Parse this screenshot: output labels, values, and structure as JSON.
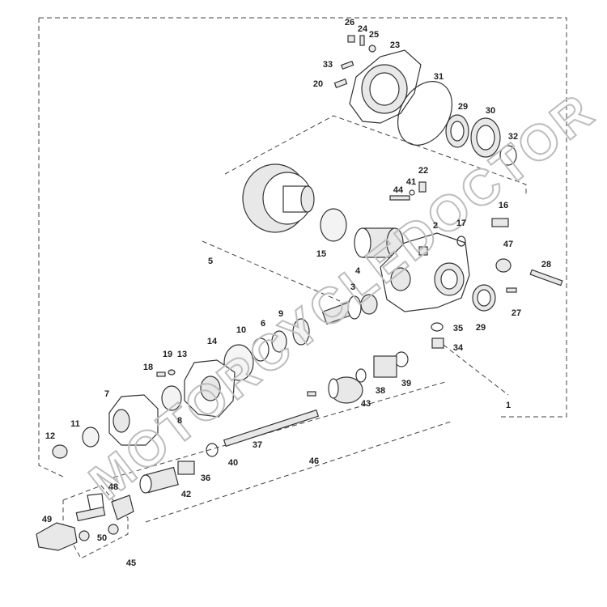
{
  "watermark": "MOTORCYCLEDOCTOR",
  "callouts": [
    {
      "id": "1",
      "label": "1"
    },
    {
      "id": "2",
      "label": "2"
    },
    {
      "id": "3",
      "label": "3"
    },
    {
      "id": "4",
      "label": "4"
    },
    {
      "id": "5",
      "label": "5"
    },
    {
      "id": "6",
      "label": "6"
    },
    {
      "id": "7",
      "label": "7"
    },
    {
      "id": "8",
      "label": "8"
    },
    {
      "id": "9",
      "label": "9"
    },
    {
      "id": "10",
      "label": "10"
    },
    {
      "id": "11",
      "label": "11"
    },
    {
      "id": "12",
      "label": "12"
    },
    {
      "id": "13",
      "label": "13"
    },
    {
      "id": "14",
      "label": "14"
    },
    {
      "id": "15",
      "label": "15"
    },
    {
      "id": "16",
      "label": "16"
    },
    {
      "id": "17",
      "label": "17"
    },
    {
      "id": "18",
      "label": "18"
    },
    {
      "id": "19",
      "label": "19"
    },
    {
      "id": "20",
      "label": "20"
    },
    {
      "id": "22",
      "label": "22"
    },
    {
      "id": "23",
      "label": "23"
    },
    {
      "id": "24",
      "label": "24"
    },
    {
      "id": "25",
      "label": "25"
    },
    {
      "id": "26",
      "label": "26"
    },
    {
      "id": "27",
      "label": "27"
    },
    {
      "id": "28",
      "label": "28"
    },
    {
      "id": "29a",
      "label": "29"
    },
    {
      "id": "29b",
      "label": "29"
    },
    {
      "id": "30",
      "label": "30"
    },
    {
      "id": "31",
      "label": "31"
    },
    {
      "id": "32",
      "label": "32"
    },
    {
      "id": "33",
      "label": "33"
    },
    {
      "id": "34",
      "label": "34"
    },
    {
      "id": "35",
      "label": "35"
    },
    {
      "id": "36",
      "label": "36"
    },
    {
      "id": "37",
      "label": "37"
    },
    {
      "id": "38",
      "label": "38"
    },
    {
      "id": "39",
      "label": "39"
    },
    {
      "id": "40",
      "label": "40"
    },
    {
      "id": "41",
      "label": "41"
    },
    {
      "id": "42",
      "label": "42"
    },
    {
      "id": "43",
      "label": "43"
    },
    {
      "id": "44",
      "label": "44"
    },
    {
      "id": "45",
      "label": "45"
    },
    {
      "id": "46",
      "label": "46"
    },
    {
      "id": "47",
      "label": "47"
    },
    {
      "id": "48",
      "label": "48"
    },
    {
      "id": "49",
      "label": "49"
    },
    {
      "id": "50",
      "label": "50"
    }
  ]
}
